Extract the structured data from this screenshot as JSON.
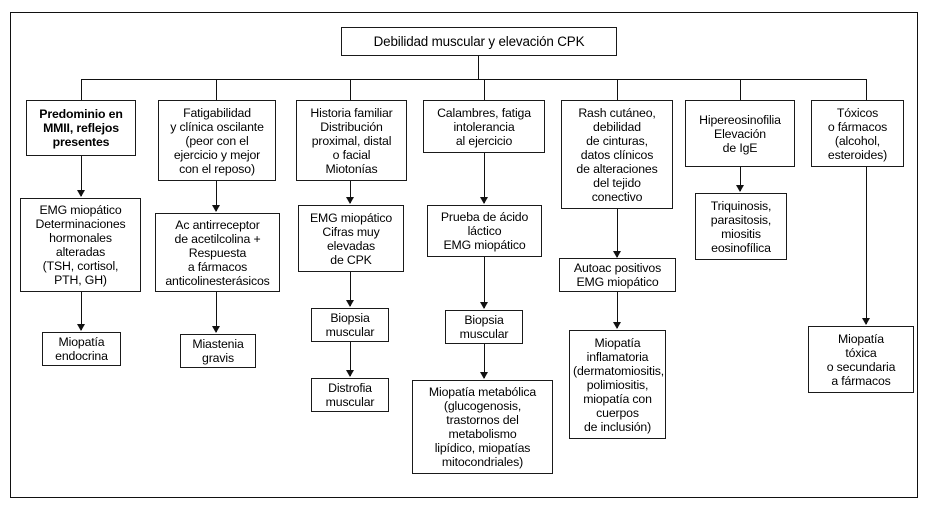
{
  "diagram": {
    "title": "Debilidad muscular y elevación CPK",
    "language": "es",
    "root": {
      "label": "Debilidad muscular y elevación CPK"
    },
    "branches": [
      {
        "id": "branch-1",
        "emphasis": "bold",
        "nodes": [
          {
            "id": "n1-1",
            "label": "Predominio en\nMMII, reflejos\npresentes"
          },
          {
            "id": "n1-2",
            "label": "EMG miopático\nDeterminaciones\nhormonales\nalteradas\n(TSH, cortisol,\nPTH, GH)"
          },
          {
            "id": "n1-3",
            "label": "Miopatía\nendocrina"
          }
        ]
      },
      {
        "id": "branch-2",
        "nodes": [
          {
            "id": "n2-1",
            "label": "Fatigabilidad\ny clínica oscilante\n(peor con el\nejercicio y mejor\ncon el reposo)"
          },
          {
            "id": "n2-2",
            "label": "Ac antirreceptor\nde acetilcolina +\nRespuesta\na fármacos\nanticolinesterásicos"
          },
          {
            "id": "n2-3",
            "label": "Miastenia\ngravis"
          }
        ]
      },
      {
        "id": "branch-3",
        "nodes": [
          {
            "id": "n3-1",
            "label": "Historia familiar\nDistribución\nproximal, distal\no facial\nMiotonías"
          },
          {
            "id": "n3-2",
            "label": "EMG miopático\nCifras muy\nelevadas\nde CPK"
          },
          {
            "id": "n3-3",
            "label": "Biopsia\nmuscular"
          },
          {
            "id": "n3-4",
            "label": "Distrofia\nmuscular"
          }
        ]
      },
      {
        "id": "branch-4",
        "nodes": [
          {
            "id": "n4-1",
            "label": "Calambres, fatiga\nintolerancia\nal ejercicio"
          },
          {
            "id": "n4-2",
            "label": "Prueba de ácido\nláctico\nEMG miopático"
          },
          {
            "id": "n4-3",
            "label": "Biopsia\nmuscular"
          },
          {
            "id": "n4-4",
            "label": "Miopatía metabólica\n(glucogenosis,\ntrastornos del\nmetabolismo\nlipídico, miopatías\nmitocondriales)"
          }
        ]
      },
      {
        "id": "branch-5",
        "nodes": [
          {
            "id": "n5-1",
            "label": "Rash cutáneo,\ndebilidad\nde cinturas,\ndatos clínicos\nde alteraciones\ndel tejido\nconectivo"
          },
          {
            "id": "n5-2",
            "label": "Autoac positivos\nEMG miopático"
          },
          {
            "id": "n5-3",
            "label": "Miopatía\ninflamatoria\n(dermatomiositis,\npolimiositis,\nmiopatía con\ncuerpos\nde inclusión)"
          }
        ]
      },
      {
        "id": "branch-6",
        "nodes": [
          {
            "id": "n6-1",
            "label": "Hipereosinofilia\nElevación\nde IgE"
          },
          {
            "id": "n6-2",
            "label": "Triquinosis,\nparasitosis,\nmiositis\neosinofílica"
          }
        ]
      },
      {
        "id": "branch-7",
        "nodes": [
          {
            "id": "n7-1",
            "label": "Tóxicos\no fármacos\n(alcohol,\nesteroides)"
          },
          {
            "id": "n7-2",
            "label": "Miopatía\ntóxica\no secundaria\na fármacos"
          }
        ]
      }
    ],
    "colors": {
      "stroke": "#111111",
      "background": "#ffffff",
      "text": "#000000"
    }
  }
}
